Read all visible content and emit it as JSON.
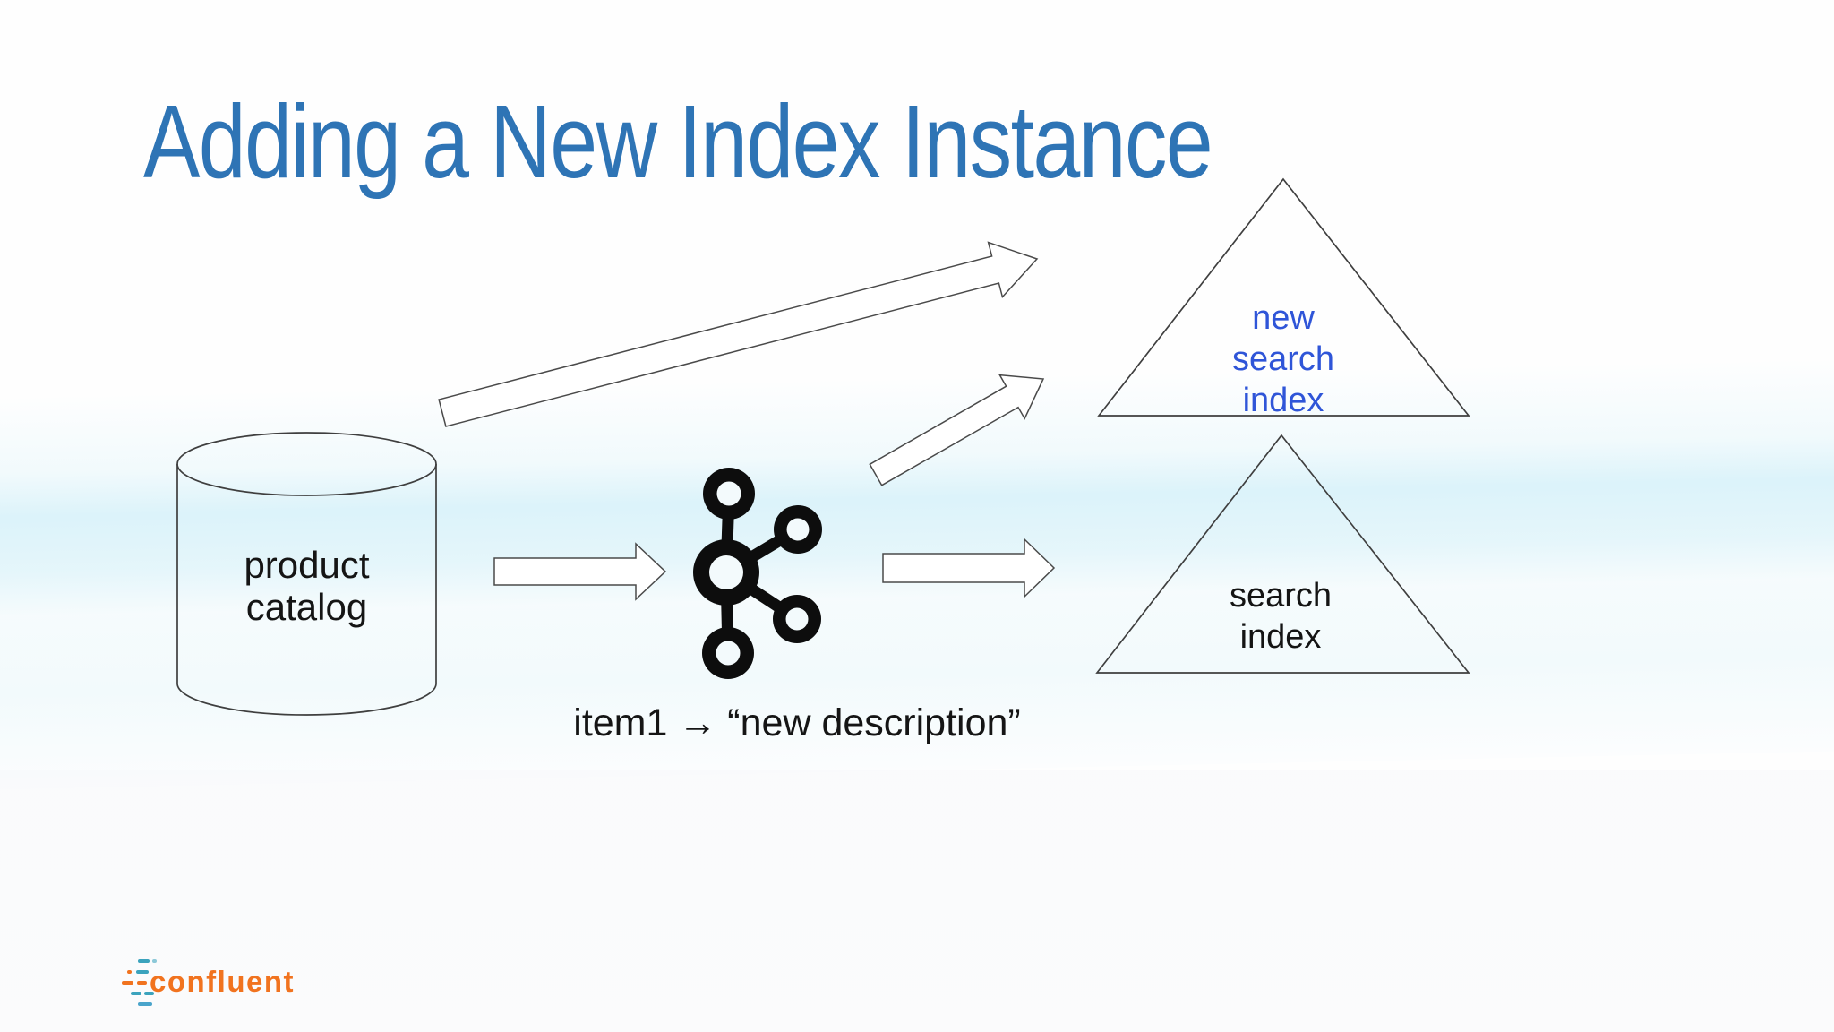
{
  "slide": {
    "title": "Adding a New Index Instance"
  },
  "diagram": {
    "database": {
      "label_lines": [
        "product",
        "catalog"
      ]
    },
    "kafka_icon": "apache-kafka-logo",
    "event_text": "item1 → “new description”",
    "new_index_triangle": {
      "label_lines": [
        "new",
        "search",
        "index"
      ]
    },
    "index_triangle": {
      "label_lines": [
        "search",
        "index"
      ]
    }
  },
  "footer": {
    "brand": "confluent"
  },
  "colors": {
    "title_blue": "#2E74B5",
    "new_index_blue": "#2F55D8",
    "outline_gray": "#3f3f3f",
    "kafka_black": "#0d0d0d",
    "confluent_orange": "#F1731F",
    "confluent_teal": "#3BA3BD",
    "wave_band": "#D5EEF7"
  }
}
